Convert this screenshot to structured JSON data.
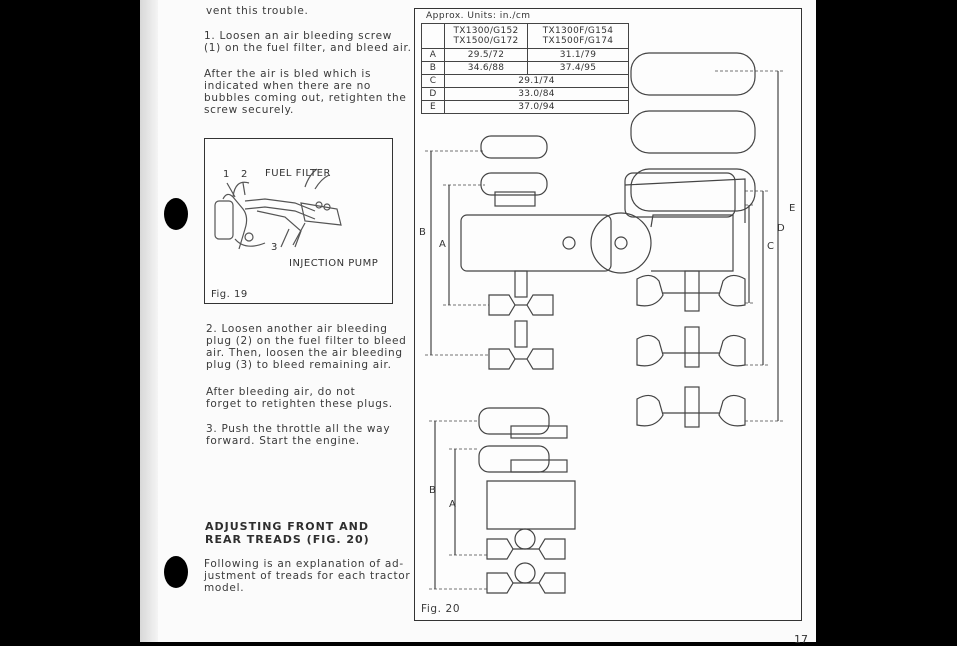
{
  "left_column": {
    "intro": "vent this trouble.",
    "step1": "1. Loosen an air bleeding screw\n(1) on the fuel filter, and bleed air.",
    "after_bled": "After the air is bled which is\nindicated when there are no\nbubbles coming out, retighten the\nscrew securely.",
    "step2": "2. Loosen another air bleeding\nplug (2) on the fuel filter to bleed\nair. Then, loosen the air bleeding\nplug (3) to bleed remaining air.",
    "after_bleeding": "After bleeding air, do not\nforget to retighten these plugs.",
    "step3": "3. Push the throttle all the way\nforward. Start the engine.",
    "heading": "ADJUSTING FRONT AND\nREAR TREADS (FIG. 20)",
    "explanation": "Following is an explanation of ad-\njustment of treads for each tractor\nmodel."
  },
  "fig19": {
    "caption": "Fig. 19",
    "num1": "1",
    "num2": "2",
    "num3": "3",
    "fuel_filter": "FUEL FILTER",
    "injection_pump": "INJECTION PUMP"
  },
  "fig20": {
    "caption": "Fig. 20",
    "units_title": "Approx. Units: in./cm",
    "col1": "TX1300/G152\nTX1500/G172",
    "col2": "TX1300F/G154\nTX1500F/G174",
    "rows": [
      {
        "label": "A",
        "v1": "29.5/72",
        "v2": "31.1/79"
      },
      {
        "label": "B",
        "v1": "34.6/88",
        "v2": "37.4/95"
      },
      {
        "label": "C",
        "span": "29.1/74"
      },
      {
        "label": "D",
        "span": "33.0/84"
      },
      {
        "label": "E",
        "span": "37.0/94"
      }
    ],
    "dim": {
      "A": "A",
      "B": "B",
      "C": "C",
      "D": "D",
      "E": "E",
      "A2": "A",
      "B2": "B"
    }
  },
  "page_number": "17"
}
